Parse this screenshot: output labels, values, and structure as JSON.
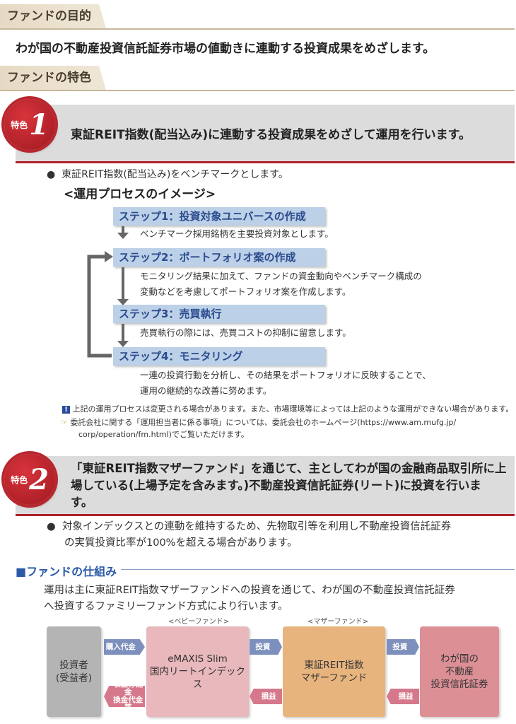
{
  "purpose": {
    "header": "ファンドの目的",
    "text": "わが国の不動産投資信託証券市場の値動きに連動する投資成果をめざします。"
  },
  "features_header": "ファンドの特色",
  "feature1": {
    "seal_label": "特色",
    "seal_number": "1",
    "title": "東証REIT指数(配当込み)に連動する投資成果をめざして運用を行います。",
    "bullet": "東証REIT指数(配当込み)をベンチマークとします。",
    "process_title": "<運用プロセスのイメージ>",
    "steps": [
      {
        "label": "ステップ1：投資対象ユニバースの作成",
        "desc": [
          "ベンチマーク採用銘柄を主要投資対象とします。"
        ]
      },
      {
        "label": "ステップ2：ポートフォリオ案の作成",
        "desc": [
          "モニタリング結果に加えて、ファンドの資金動向やベンチマーク構成の",
          "変動などを考慮してポートフォリオ案を作成します。"
        ]
      },
      {
        "label": "ステップ3：売買執行",
        "desc": [
          "売買執行の際には、売買コストの抑制に留意します。"
        ]
      },
      {
        "label": "ステップ4：モニタリング",
        "desc": [
          "一連の投資行動を分析し、その結果をポートフォリオに反映することで、",
          "運用の継続的な改善に努めます。"
        ]
      }
    ],
    "note1": "上記の運用プロセスは変更される場合があります。また、市場環境等によっては上記のような運用ができない場合があります。",
    "note2_line1": "委託会社に関する「運用担当者に係る事項」については、委託会社のホームページ(https://www.am.mufg.jp/",
    "note2_line2": "corp/operation/fm.html)でご覧いただけます。"
  },
  "feature2": {
    "seal_label": "特色",
    "seal_number": "2",
    "title_lines": [
      "「東証REIT指数マザーファンド」を通じて、主としてわが国の金融商品取引所に上",
      "場している(上場予定を含みます。)不動産投資信託証券(リート)に投資を行いま",
      "す。"
    ],
    "bullet_lines": [
      "対象インデックスとの連動を維持するため、先物取引等を利用し不動産投資信託証券",
      "の実質投資比率が100%を超える場合があります。"
    ]
  },
  "scheme": {
    "title": "■ファンドの仕組み",
    "text_lines": [
      "運用は主に東証REIT指数マザーファンドへの投資を通じて、わが国の不動産投資信託証券",
      "へ投資するファミリーファンド方式により行います。"
    ],
    "baby_label": "<ベビーファンド>",
    "mother_label": "<マザーファンド>",
    "investor": [
      "投資者",
      "(受益者)"
    ],
    "baby": [
      "eMAXIS Slim",
      "国内リートインデックス"
    ],
    "mother": [
      "東証REIT指数",
      "マザーファンド"
    ],
    "target": [
      "わが国の",
      "不動産",
      "投資信託証券"
    ],
    "arrow_purchase": "購入代金",
    "arrow_dist": [
      "収益分配金",
      "換金代金等"
    ],
    "arrow_invest": "投資",
    "arrow_pl": "損益"
  }
}
